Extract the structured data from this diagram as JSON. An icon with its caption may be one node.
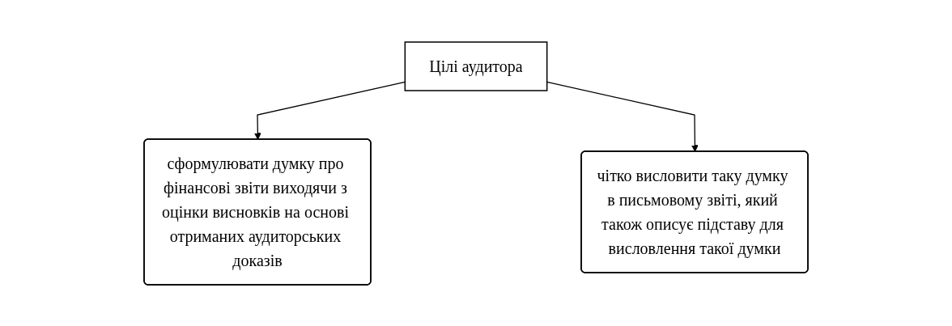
{
  "diagram": {
    "nodes": [
      {
        "text": [
          "Цілі аудитора"
        ]
      },
      {
        "text": [
          "сформулювати думку про фінансові звіти виходячи з оцінки висновків на основі отриманих аудиторських доказів"
        ]
      },
      {
        "text": [
          "чітко висловити таку думку в письмовому звіті, який також описує підставу для висловлення такої думки"
        ]
      }
    ],
    "edges": [
      {
        "from": 0,
        "to": 1,
        "arrow": "to"
      },
      {
        "from": 0,
        "to": 2,
        "arrow": "to"
      }
    ]
  }
}
